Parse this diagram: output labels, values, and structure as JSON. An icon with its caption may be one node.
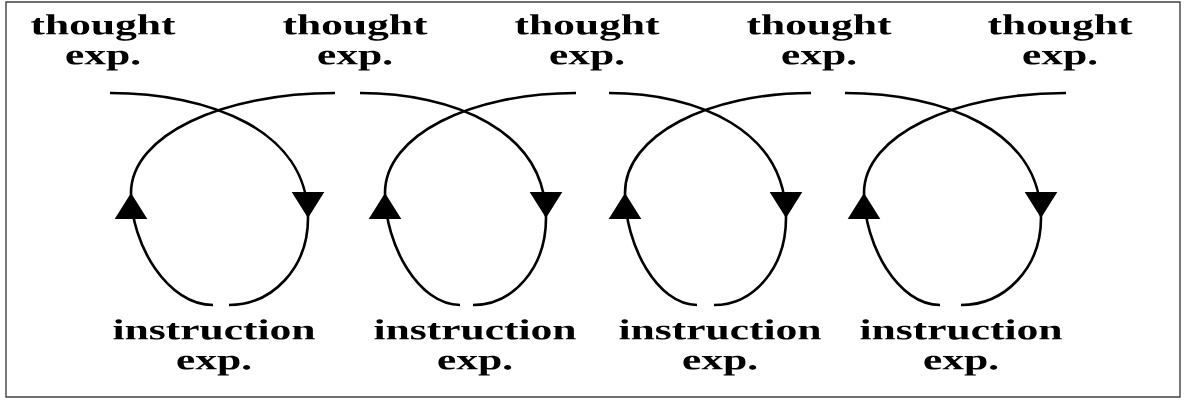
{
  "diagram": {
    "nodes": [
      {
        "text": [
          "thought exp."
        ]
      },
      {
        "text": [
          "thought exp."
        ]
      },
      {
        "text": [
          "thought exp."
        ]
      },
      {
        "text": [
          "thought exp."
        ]
      },
      {
        "text": [
          "thought exp."
        ]
      },
      {
        "text": [
          "instruction exp."
        ]
      },
      {
        "text": [
          "instruction exp."
        ]
      },
      {
        "text": [
          "instruction exp."
        ]
      },
      {
        "text": [
          "instruction exp."
        ]
      }
    ],
    "edges": [
      {
        "from": 0,
        "to": 5,
        "arrow": "to"
      },
      {
        "from": 5,
        "to": 1,
        "arrow": "to"
      },
      {
        "from": 1,
        "to": 6,
        "arrow": "to"
      },
      {
        "from": 6,
        "to": 2,
        "arrow": "to"
      },
      {
        "from": 2,
        "to": 7,
        "arrow": "to"
      },
      {
        "from": 7,
        "to": 3,
        "arrow": "to"
      },
      {
        "from": 3,
        "to": 8,
        "arrow": "to"
      },
      {
        "from": 8,
        "to": 4,
        "arrow": "to"
      }
    ]
  }
}
